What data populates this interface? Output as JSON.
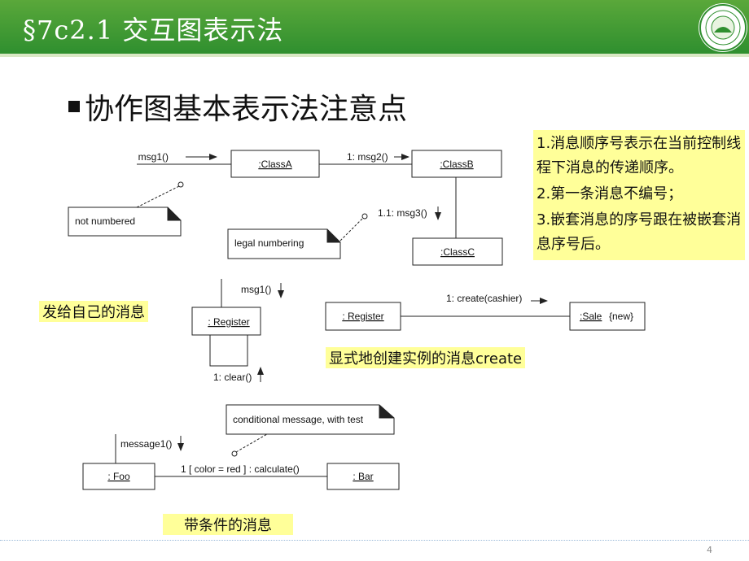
{
  "header": {
    "title": "§7c2.1  交互图表示法"
  },
  "bullet": {
    "title": "协作图基本表示法注意点"
  },
  "rules": [
    "1.消息顺序号表示在当前控制线程下消息的传递顺序。",
    "2.第一条消息不编号；",
    "3.嵌套消息的序号跟在被嵌套消息序号后。"
  ],
  "labels": {
    "self_message": "发给自己的消息",
    "create_message": "显式地创建实例的消息create",
    "conditional": "带条件的消息"
  },
  "diagram1": {
    "msg1": "msg1()",
    "classA": ":ClassA",
    "msg2": "1: msg2()",
    "classB": ":ClassB",
    "msg3": "1.1: msg3()",
    "classC": ":ClassC",
    "note_not_numbered": "not numbered",
    "note_legal": "legal numbering"
  },
  "diagram2": {
    "msg1": "msg1()",
    "register": ": Register",
    "clear": "1: clear()"
  },
  "diagram3": {
    "create": "1: create(cashier)",
    "register": ": Register",
    "sale": ":Sale",
    "new": "{new}"
  },
  "diagram4": {
    "note": "conditional message, with test",
    "message1": "message1()",
    "foo": ": Foo",
    "calc": "1 [ color = red ] :  calculate()",
    "bar": ": Bar"
  },
  "footer": {
    "page": "4"
  },
  "colors": {
    "header_green": "#3c9a34",
    "note_yellow": "#ffff99"
  }
}
